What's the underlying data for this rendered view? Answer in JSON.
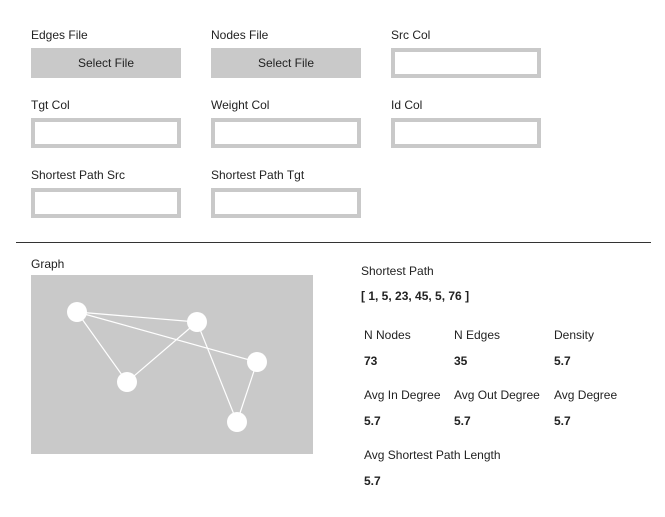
{
  "inputs": {
    "edges_file": {
      "label": "Edges File",
      "button": "Select File"
    },
    "nodes_file": {
      "label": "Nodes File",
      "button": "Select File"
    },
    "src_col": {
      "label": "Src Col",
      "value": ""
    },
    "tgt_col": {
      "label": "Tgt Col",
      "value": ""
    },
    "weight_col": {
      "label": "Weight Col",
      "value": ""
    },
    "id_col": {
      "label": "Id Col",
      "value": ""
    },
    "sp_src": {
      "label": "Shortest Path Src",
      "value": ""
    },
    "sp_tgt": {
      "label": "Shortest Path Tgt",
      "value": ""
    }
  },
  "graph": {
    "label": "Graph",
    "node_count": 5,
    "edges": [
      [
        0,
        1
      ],
      [
        0,
        2
      ],
      [
        0,
        3
      ],
      [
        1,
        2
      ],
      [
        1,
        4
      ],
      [
        3,
        4
      ]
    ]
  },
  "results": {
    "shortest_path_label": "Shortest Path",
    "shortest_path_value": "[ 1, 5, 23, 45, 5, 76 ]",
    "stats": [
      {
        "label": "N Nodes",
        "value": "73"
      },
      {
        "label": "N Edges",
        "value": "35"
      },
      {
        "label": "Density",
        "value": "5.7"
      },
      {
        "label": "Avg In Degree",
        "value": "5.7"
      },
      {
        "label": "Avg Out Degree",
        "value": "5.7"
      },
      {
        "label": "Avg Degree",
        "value": "5.7"
      },
      {
        "label": "Avg Shortest Path Length",
        "value": "5.7"
      }
    ]
  }
}
